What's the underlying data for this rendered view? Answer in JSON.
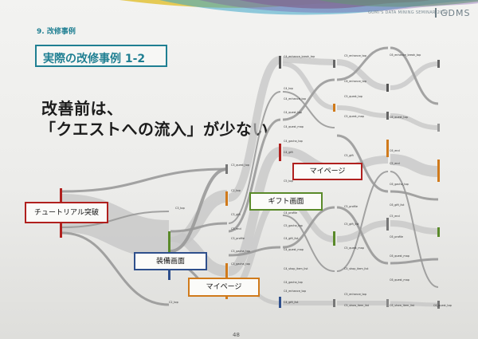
{
  "header": {
    "section": "9. 改修事例",
    "title": "実際の改修事例 1-2",
    "brand": "GDMS",
    "event": "GUMI'S DATA MINING SEMINAR 2014"
  },
  "headline": {
    "line1": "改善前は、",
    "line2": "「クエストへの流入」が少ない"
  },
  "callouts": {
    "tutorial": "チュートリアル突破",
    "equip": "装備画面",
    "mypage_low": "マイページ",
    "gift": "ギフト画面",
    "mypage_top": "マイページ"
  },
  "colors": {
    "teal": "#1f7f92",
    "red": "#b0201e",
    "blue": "#2e4f8c",
    "orange": "#d07a1b",
    "green": "#5a8a2a",
    "flow": "#c4c4c4"
  },
  "nodes": [
    "C4_enhance_break_top",
    "C5_enhance_top",
    "C6_enhance_break_top",
    "C4_top",
    "C4_enhance_top",
    "C6_enhance_top",
    "C4_quest_top",
    "C5_quest_top",
    "C4_quest_map",
    "C5_quest_map",
    "C4_gacha_top",
    "C6_quest_top",
    "C3_quest_top",
    "C4_gift",
    "C5_gift",
    "C2_top",
    "C3_top",
    "C3_gift",
    "C3_end",
    "C5_top",
    "C6_end",
    "C5_end",
    "C3_profile",
    "C4_profile",
    "C5_profile",
    "C5_gacha_top",
    "C6_gacha_top",
    "C3_gacha_top",
    "C4_gift_list",
    "C5_gift_list",
    "C6_gift_list",
    "C5_end",
    "C6_profile",
    "C4_quest_map",
    "C5_quest_map",
    "C6_quest_map",
    "C4_shop_item_list",
    "C5_shop_item_list",
    "C3_gacha_top",
    "C4_gacha_top",
    "C4_enhance_top",
    "C4_gift_list",
    "C5_enhance_top",
    "C5_show_item_list",
    "C6_quest_map",
    "C6_show_item_list",
    "C2_top",
    "C6_quest_top"
  ],
  "page_number": "48"
}
